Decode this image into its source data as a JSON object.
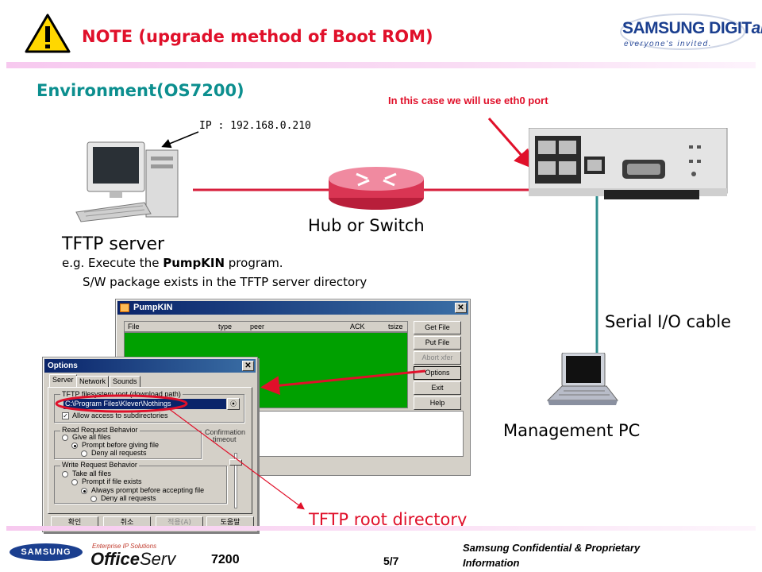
{
  "header": {
    "title": "NOTE (upgrade method of Boot ROM)",
    "logo_brand": "SAMSUNG DIGIT",
    "logo_brand_suffix": "all",
    "logo_slogan": "everyone's invited."
  },
  "section": {
    "title": "Environment(OS7200)"
  },
  "diagram": {
    "eth_note": "In this case we will use eth0 port",
    "ip_label": "IP : 192.168.0.210",
    "hub_label": "Hub or Switch",
    "tftp_server_label": "TFTP server",
    "tftp_desc_prefix": "e.g. Execute the ",
    "tftp_desc_program": "PumpKIN",
    "tftp_desc_suffix": " program.",
    "tftp_desc_line2": "S/W package exists in the TFTP server directory",
    "serial_label": "Serial I/O cable",
    "mgmt_pc_label": "Management PC",
    "tftp_root_label": "TFTP root directory",
    "colors": {
      "accent_red": "#e0102a",
      "teal": "#0c8f8f",
      "cable_red": "#d71f3c",
      "serial_cable": "#2f8f8f"
    }
  },
  "pumpkin_window": {
    "title": "PumpKIN",
    "columns": [
      "File",
      "type",
      "peer",
      "ACK",
      "tsize"
    ],
    "buttons": [
      "Get File",
      "Put File",
      "Abort xfer",
      "Options",
      "Exit",
      "Help"
    ]
  },
  "options_dialog": {
    "title": "Options",
    "tabs": [
      "Server",
      "Network",
      "Sounds"
    ],
    "root_label": "TFTP filesystem root (download path)",
    "root_path": "C:\\Program Files\\Klever\\Nothings",
    "allow_subdirs": "Allow access to subdirectories",
    "read_group": "Read Request Behavior",
    "read_options": [
      "Give all files",
      "Prompt before giving file",
      "Deny all requests"
    ],
    "write_group": "Write Request Behavior",
    "write_options": [
      "Take all files",
      "Prompt if file exists",
      "Always prompt before accepting file",
      "Deny all requests"
    ],
    "timeout_label_1": "Confirmation",
    "timeout_label_2": "timeout",
    "buttons": [
      "확인",
      "취소",
      "적용(A)",
      "도움말"
    ]
  },
  "footer": {
    "samsung": "SAMSUNG",
    "product_tag": "Enterprise IP Solutions",
    "product_a": "Office",
    "product_b": "Serv",
    "model": "7200",
    "page": "5/7",
    "confidential_1": "Samsung Confidential & Proprietary",
    "confidential_2": "Information"
  }
}
